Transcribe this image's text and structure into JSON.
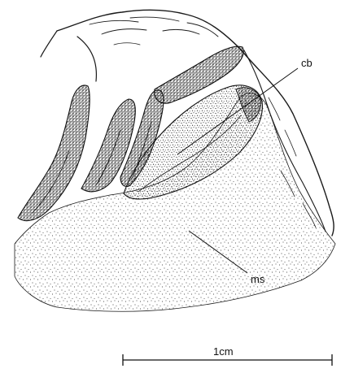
{
  "figure": {
    "labels": {
      "cb": "cb",
      "ms": "ms"
    },
    "scale_bar": {
      "label": "1cm"
    },
    "colors": {
      "ink": "#1a1a1a",
      "paper": "#ffffff"
    }
  }
}
